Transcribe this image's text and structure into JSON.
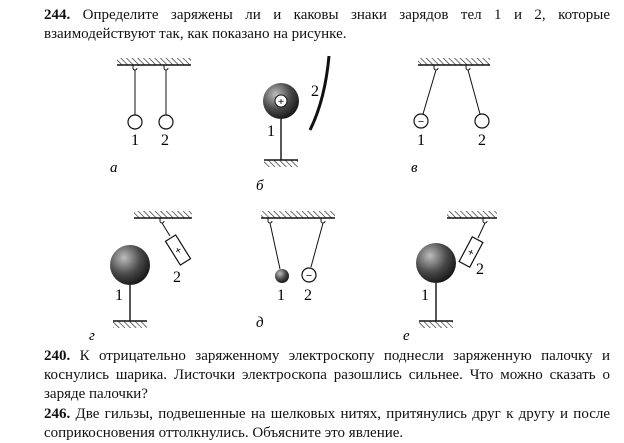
{
  "problems": [
    {
      "number": "244.",
      "text": "Определите заряжены ли и каковы знаки зарядов тел 1 и 2, которые взаимодействуют так, как показано на рисунке."
    },
    {
      "number": "240.",
      "text": "К отрицательно заряженному электроскопу поднесли заряженную палочку и коснулись шарика. Листочки электроскопа разошлись сильнее. Что можно сказать о заряде палочки?"
    },
    {
      "number": "246.",
      "text": "Две гильзы, подвешенные на шелковых нитях, притянулись друг к другу и после соприкосновения оттолкнулись. Объясните это явление."
    }
  ],
  "figure": {
    "a": {
      "caption": "а",
      "label1": "1",
      "label2": "2"
    },
    "b": {
      "caption": "б",
      "label1": "1",
      "label2": "2",
      "charge1": "+"
    },
    "v": {
      "caption": "в",
      "label1": "1",
      "label2": "2",
      "charge1": "−"
    },
    "g": {
      "caption": "г",
      "label1": "1",
      "label2": "2",
      "charge2": "+"
    },
    "d": {
      "caption": "д",
      "label1": "1",
      "label2": "2",
      "charge2": "−"
    },
    "e": {
      "caption": "е",
      "label1": "1",
      "label2": "2",
      "charge2": "+"
    }
  }
}
